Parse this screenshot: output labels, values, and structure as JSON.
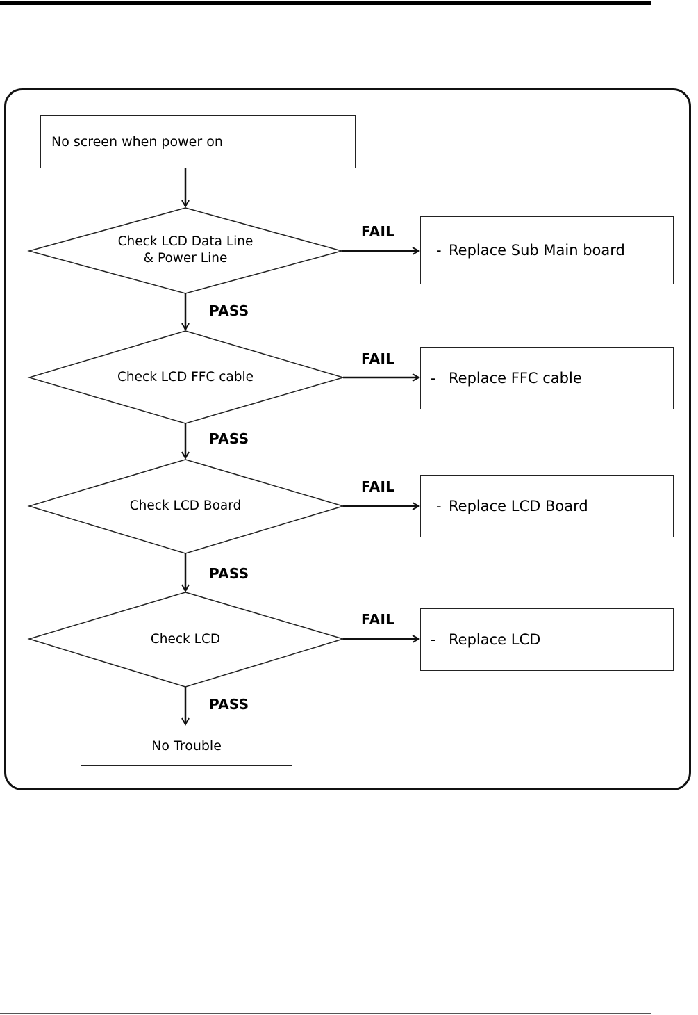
{
  "flowchart": {
    "start": "No screen when power on",
    "steps": [
      {
        "check": "Check LCD Data Line\n&  Power Line",
        "fail_action": "Replace Sub Main board"
      },
      {
        "check": "Check LCD FFC cable",
        "fail_action": "Replace FFC cable"
      },
      {
        "check": "Check LCD Board",
        "fail_action": "Replace LCD Board"
      },
      {
        "check": "Check LCD",
        "fail_action": "Replace LCD"
      }
    ],
    "end": "No Trouble",
    "fail_label": "FAIL",
    "pass_label": "PASS",
    "action_prefix": "-"
  }
}
